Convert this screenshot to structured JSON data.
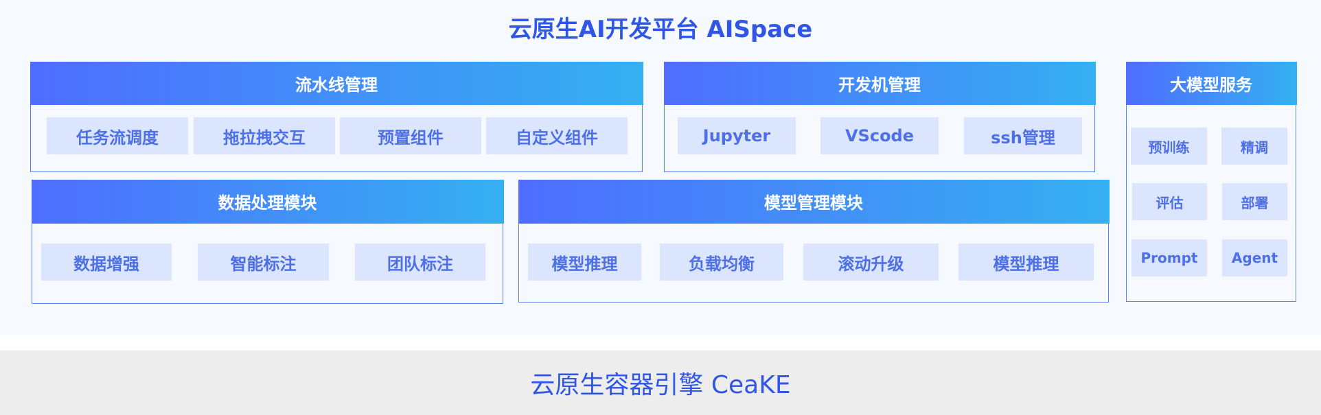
{
  "title": "云原生AI开发平台 AISpace",
  "pipeline": {
    "header": "流水线管理",
    "items": [
      "任务流调度",
      "拖拉拽交互",
      "预置组件",
      "自定义组件"
    ]
  },
  "devbox": {
    "header": "开发机管理",
    "items": [
      "Jupyter",
      "VScode",
      "ssh管理"
    ]
  },
  "llm": {
    "header": "大模型服务",
    "items": [
      "预训练",
      "精调",
      "评估",
      "部署",
      "Prompt",
      "Agent"
    ]
  },
  "data": {
    "header": "数据处理模块",
    "items": [
      "数据增强",
      "智能标注",
      "团队标注"
    ]
  },
  "model": {
    "header": "模型管理模块",
    "items": [
      "模型推理",
      "负载均衡",
      "滚动升级",
      "模型推理"
    ]
  },
  "footer": {
    "label": "云原生容器引擎 CeaKE"
  },
  "colors": {
    "title": "#2f56e6",
    "header_gradient_start": "#4f6dff",
    "header_gradient_end": "#35b0f1",
    "chip_bg": "#dbe5fd",
    "chip_text": "#4e70e6",
    "panel_border": "#5b80f0",
    "footer_bg": "#ededed"
  }
}
